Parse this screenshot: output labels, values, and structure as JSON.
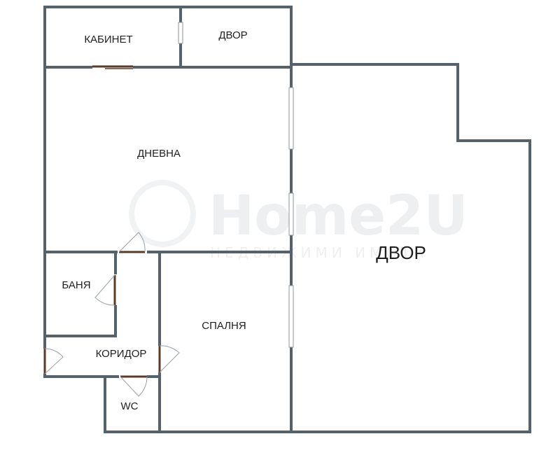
{
  "rooms": {
    "office": "КАБИНЕТ",
    "yard_small": "ДВОР",
    "living": "ДНЕВНА",
    "bath": "БАНЯ",
    "corridor": "КОРИДОР",
    "bedroom": "СПАЛНЯ",
    "wc": "WC",
    "yard_large": "ДВОР"
  },
  "watermark": {
    "logo": "Home2U",
    "tagline": "НЕДВИЖИМИ ИМОТИ"
  },
  "colors": {
    "wall": "#56626b",
    "door": "#5a3a28",
    "text": "#1f1f1f"
  }
}
